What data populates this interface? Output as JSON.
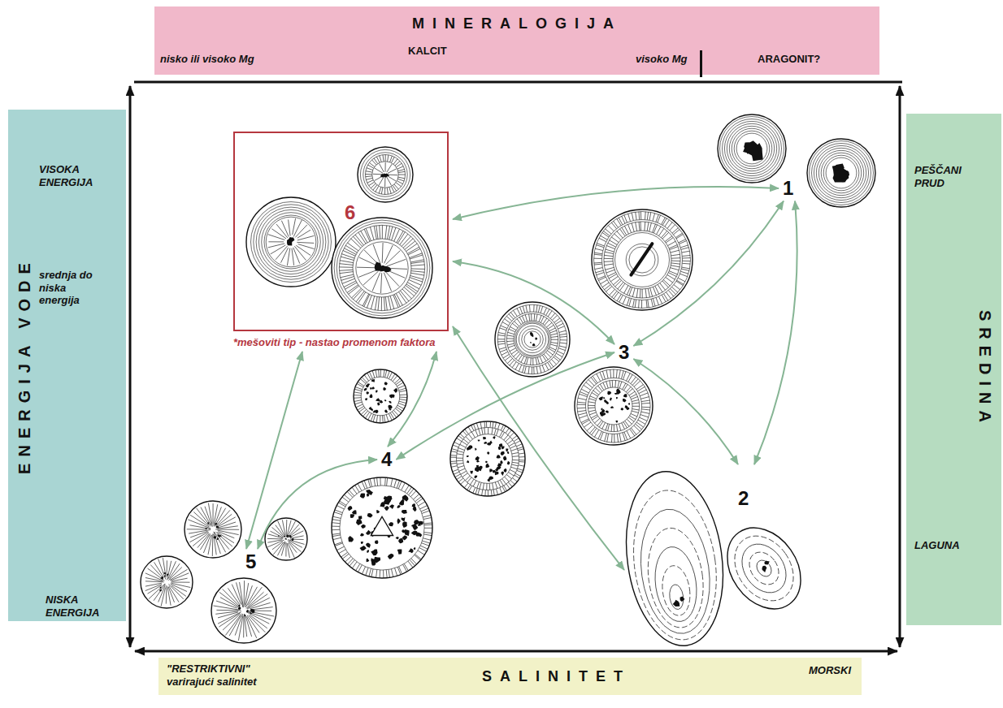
{
  "diagram": {
    "nodes": [
      {
        "text": [
          "MINERALOGIJA",
          "nisko ili visoko Mg",
          "KALCIT",
          "visoko Mg",
          "ARAGONIT?"
        ]
      },
      {
        "text": [
          "ENERGIJA VODE",
          "VISOKA ENERGIJA",
          "srednja do niska energija",
          "NISKA ENERGIJA"
        ]
      },
      {
        "text": [
          "SREDINA",
          "PEŠČANI PRUD",
          "LAGUNA"
        ]
      },
      {
        "text": [
          "6",
          "*mešoviti tip - nastao promenom faktora"
        ]
      },
      {
        "text": [
          "1"
        ]
      },
      {
        "text": [
          "3"
        ]
      },
      {
        "text": [
          "4"
        ]
      },
      {
        "text": [
          "2"
        ]
      },
      {
        "text": [
          "5"
        ]
      },
      {
        "text": [
          "SALINITET",
          "\"RESTRIKTIVNI\" varirajući salinitet",
          "MORSKI"
        ]
      }
    ],
    "edges": [
      {
        "from": 3,
        "to": 4,
        "arrow": "both"
      },
      {
        "from": 3,
        "to": 5,
        "arrow": "both"
      },
      {
        "from": 3,
        "to": 7,
        "arrow": "both"
      },
      {
        "from": 3,
        "to": 6,
        "arrow": "both"
      },
      {
        "from": 3,
        "to": 8,
        "arrow": "both"
      },
      {
        "from": 4,
        "to": 5,
        "arrow": "both"
      },
      {
        "from": 4,
        "to": 7,
        "arrow": "both"
      },
      {
        "from": 5,
        "to": 7,
        "arrow": "both"
      },
      {
        "from": 5,
        "to": 6,
        "arrow": "both"
      },
      {
        "from": 6,
        "to": 8,
        "arrow": "both"
      }
    ]
  }
}
